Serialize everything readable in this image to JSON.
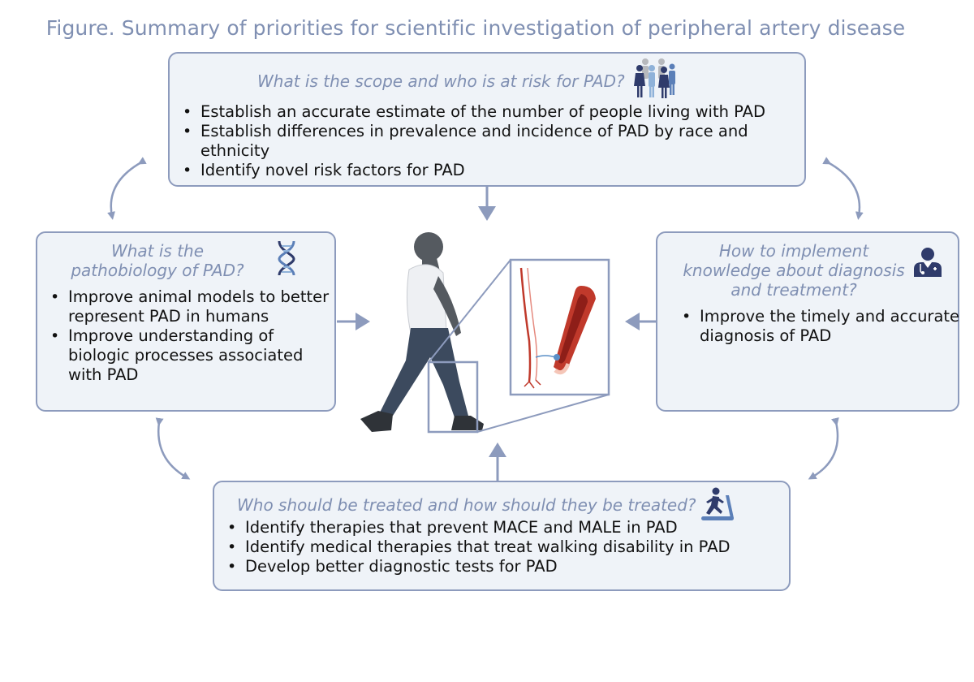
{
  "figure": {
    "title": "Figure. Summary of priorities for scientific investigation of peripheral artery disease"
  },
  "boxes": {
    "top": {
      "question": "What is the scope and who is at risk for PAD?",
      "icon": "people-group-icon",
      "bullets": [
        "Establish an accurate estimate of the number of people living with PAD",
        "Establish differences in prevalence and incidence of PAD by race and ethnicity",
        "Identify novel risk factors for PAD"
      ]
    },
    "left": {
      "question_lines": [
        "What is the",
        "pathobiology of PAD?"
      ],
      "icon": "dna-icon",
      "bullets": [
        "Improve animal models to better represent PAD in humans",
        "Improve understanding of biologic processes associated with PAD"
      ]
    },
    "right": {
      "question_lines": [
        "How to implement",
        "knowledge about diagnosis",
        "and treatment?"
      ],
      "icon": "doctor-icon",
      "bullets": [
        "Improve the timely and accurate diagnosis of PAD"
      ]
    },
    "bottom": {
      "question": "Who should be treated and how should they be treated?",
      "icon": "treadmill-runner-icon",
      "bullets": [
        "Identify therapies that prevent MACE and MALE in PAD",
        "Identify medical therapies that treat walking disability in PAD",
        "Develop better diagnostic tests for PAD"
      ]
    }
  },
  "colors": {
    "accent": "#7f8fb2",
    "box_border": "#8d9bbd",
    "box_fill": "#eff3f8",
    "artery": "#c0392b"
  }
}
